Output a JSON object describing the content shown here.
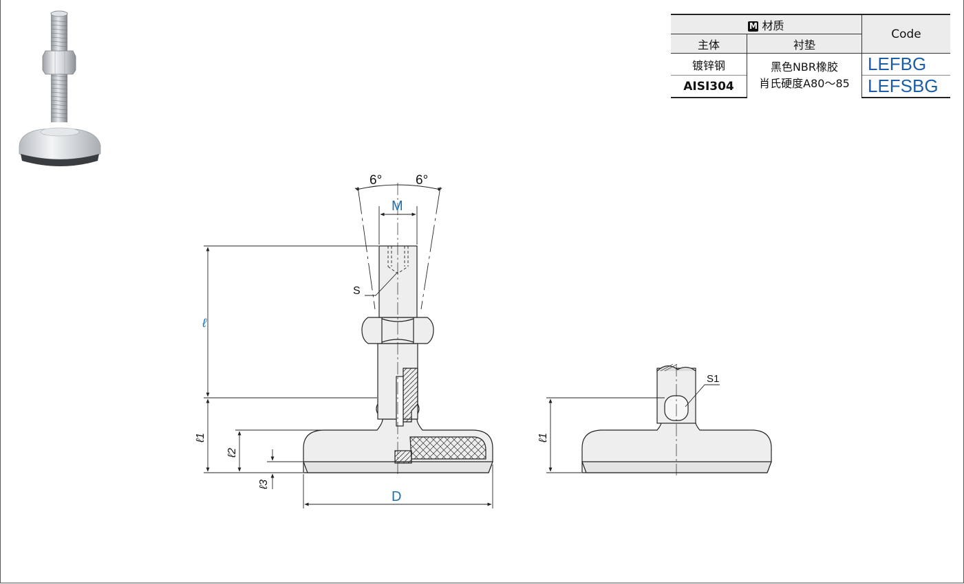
{
  "material_table": {
    "material_badge": "M",
    "material_header": "材质",
    "code_header": "Code",
    "body_header": "主体",
    "liner_header": "衬垫",
    "rows": [
      {
        "body": "镀锌钢",
        "code": "LEFBG"
      },
      {
        "body": "AISI304",
        "code": "LEFSBG"
      }
    ],
    "liner_line1": "黑色NBR橡胶",
    "liner_line2": "肖氏硬度A80～85"
  },
  "drawing_labels": {
    "angle_left": "6°",
    "angle_right": "6°",
    "thread": "M",
    "hex_socket": "S",
    "length": "ℓ",
    "l1_front": "ℓ1",
    "l2": "ℓ2",
    "l3": "ℓ3",
    "diameter": "D",
    "flats": "S1",
    "l1_side": "ℓ1"
  },
  "colors": {
    "dimension_blue": "#1b6fb5",
    "line": "#222222",
    "part_fill": "#eeeeee",
    "table_header": "#ececec"
  }
}
